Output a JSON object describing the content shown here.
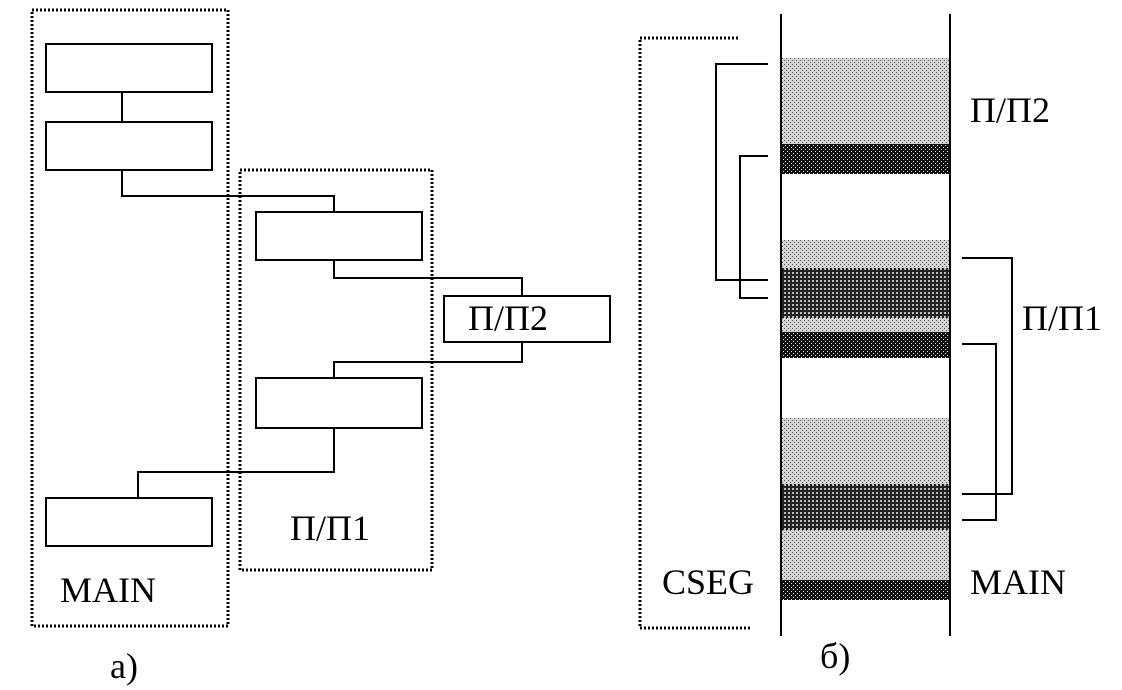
{
  "diagram_a": {
    "caption": "а)",
    "main_label": "MAIN",
    "pp1_label": "П/П1",
    "pp2_label": "П/П2"
  },
  "diagram_b": {
    "caption": "б)",
    "cseg_label": "CSEG",
    "pp2_label": "П/П2",
    "pp1_label": "П/П1",
    "main_label": "MAIN"
  }
}
